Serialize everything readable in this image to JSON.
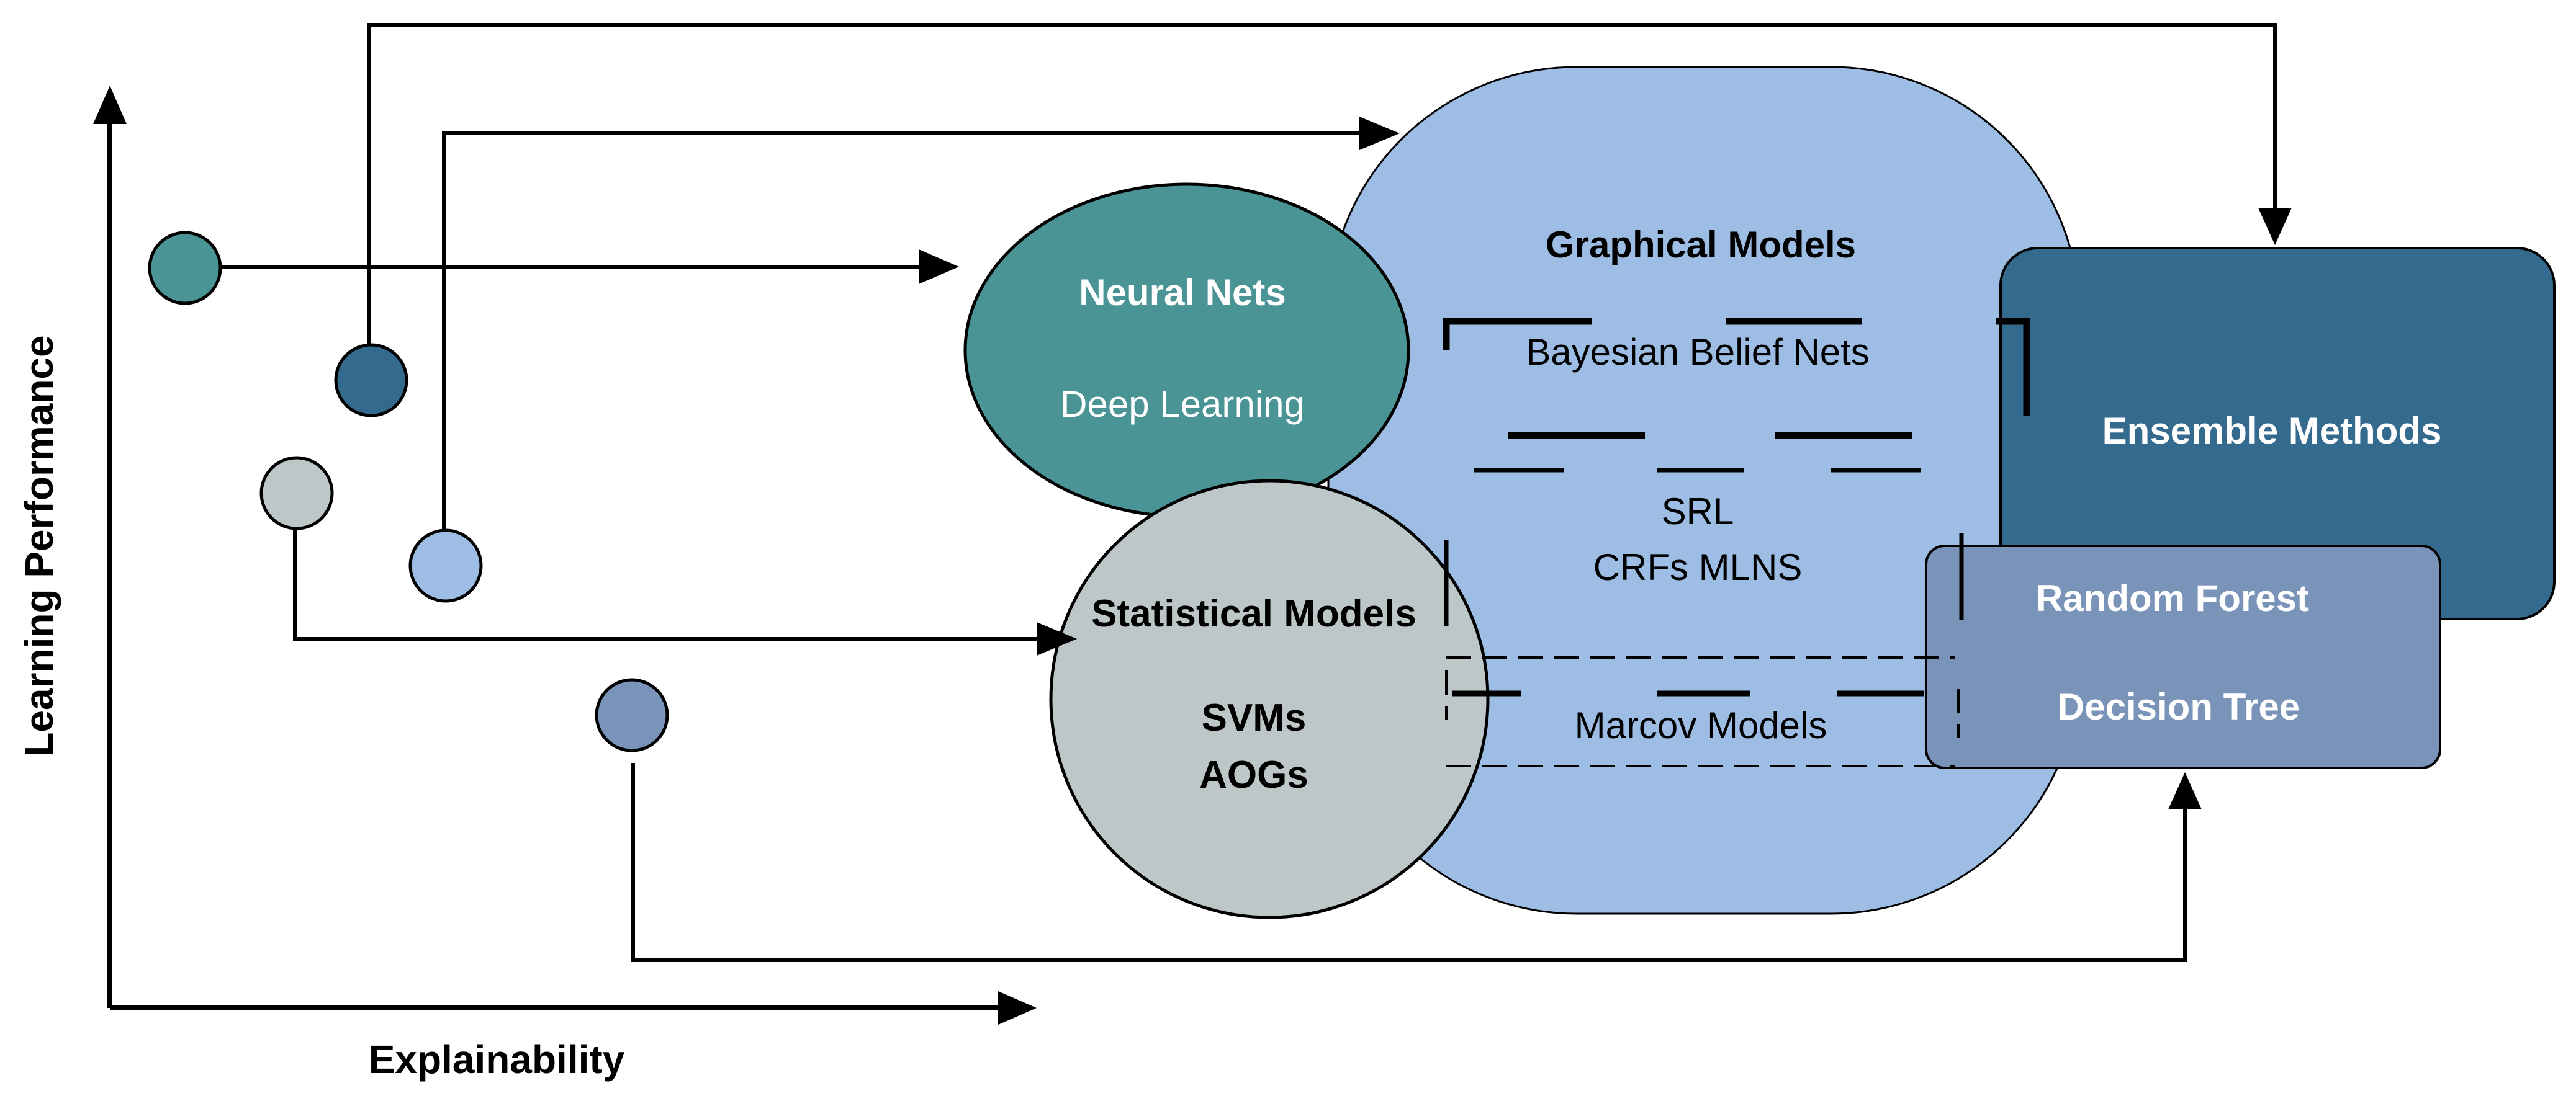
{
  "axes": {
    "x_label": "Explainability",
    "y_label": "Learning Performance"
  },
  "nodes": {
    "neural_nets": {
      "title": "Neural Nets",
      "subtitle": "Deep Learning",
      "color": "#4a9496"
    },
    "graphical_models": {
      "title": "Graphical Models",
      "items": [
        "Bayesian Belief Nets",
        "SRL",
        "CRFs MLNS",
        "Marcov Models"
      ],
      "color": "#9dbde4"
    },
    "statistical_models": {
      "title": "Statistical Models",
      "items": [
        "SVMs",
        "AOGs"
      ],
      "color": "#bec7c8"
    },
    "ensemble_methods": {
      "title": "Ensemble Methods",
      "color": "#356a8f"
    },
    "random_forest": {
      "title": "Random Forest",
      "subtitle": "Decision Tree",
      "color": "#7a93b9"
    }
  },
  "markers": [
    {
      "name": "neural-nets-marker",
      "color": "#4a9496"
    },
    {
      "name": "ensemble-methods-marker",
      "color": "#356a8f"
    },
    {
      "name": "statistical-models-marker",
      "color": "#bec7c8"
    },
    {
      "name": "graphical-models-marker",
      "color": "#9dbde4"
    },
    {
      "name": "random-forest-marker",
      "color": "#7a93b9"
    }
  ]
}
